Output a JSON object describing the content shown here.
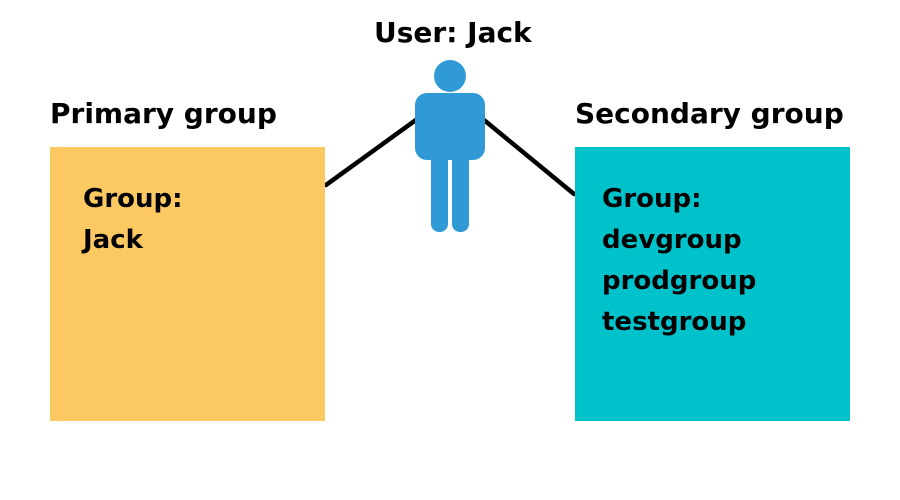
{
  "user": {
    "title": "User: Jack"
  },
  "primary": {
    "heading": "Primary group",
    "lines": [
      "Group:",
      "Jack"
    ]
  },
  "secondary": {
    "heading": "Secondary group",
    "lines": [
      "Group:",
      "devgroup",
      "prodgroup",
      "testgroup"
    ]
  },
  "colors": {
    "primary_box": "#fcc862",
    "secondary_box": "#00c2cb",
    "user_icon": "#2f9ad6",
    "connector": "#000000"
  },
  "icons": {
    "user": "person-icon"
  }
}
